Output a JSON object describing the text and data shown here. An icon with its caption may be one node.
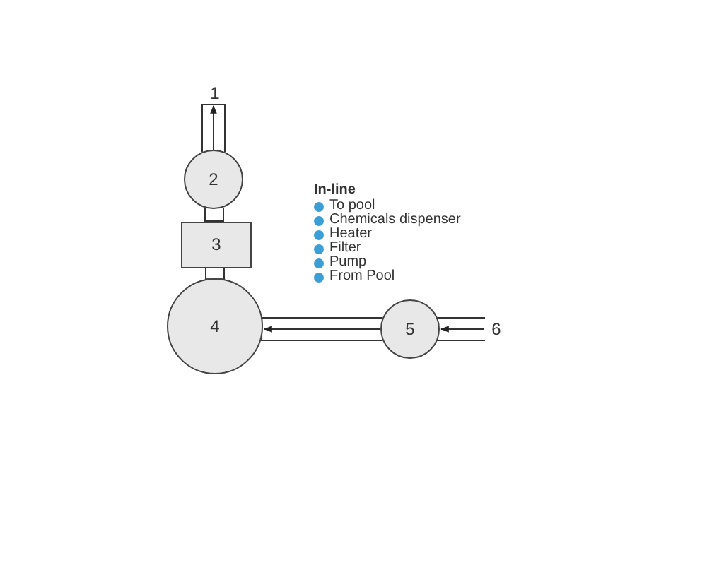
{
  "diagram": {
    "nodes": [
      {
        "text": [
          "1"
        ]
      },
      {
        "text": [
          "2"
        ]
      },
      {
        "text": [
          "3"
        ]
      },
      {
        "text": [
          "4"
        ]
      },
      {
        "text": [
          "5"
        ]
      },
      {
        "text": [
          "6"
        ]
      }
    ],
    "edges": [
      {
        "from": 1,
        "to": 0,
        "arrow": "to"
      },
      {
        "from": 1,
        "to": 2,
        "arrow": "none"
      },
      {
        "from": 2,
        "to": 3,
        "arrow": "none"
      },
      {
        "from": 4,
        "to": 3,
        "arrow": "to"
      },
      {
        "from": 5,
        "to": 4,
        "arrow": "to"
      }
    ],
    "labels": [
      "In-line"
    ],
    "legend": [
      {
        "text": "To pool",
        "color": "#3a9fd6"
      },
      {
        "text": "Chemicals dispenser",
        "color": "#3a9fd6"
      },
      {
        "text": "Heater",
        "color": "#3a9fd6"
      },
      {
        "text": "Filter",
        "color": "#3a9fd6"
      },
      {
        "text": "Pump",
        "color": "#3a9fd6"
      },
      {
        "text": "From Pool",
        "color": "#3a9fd6"
      }
    ]
  }
}
